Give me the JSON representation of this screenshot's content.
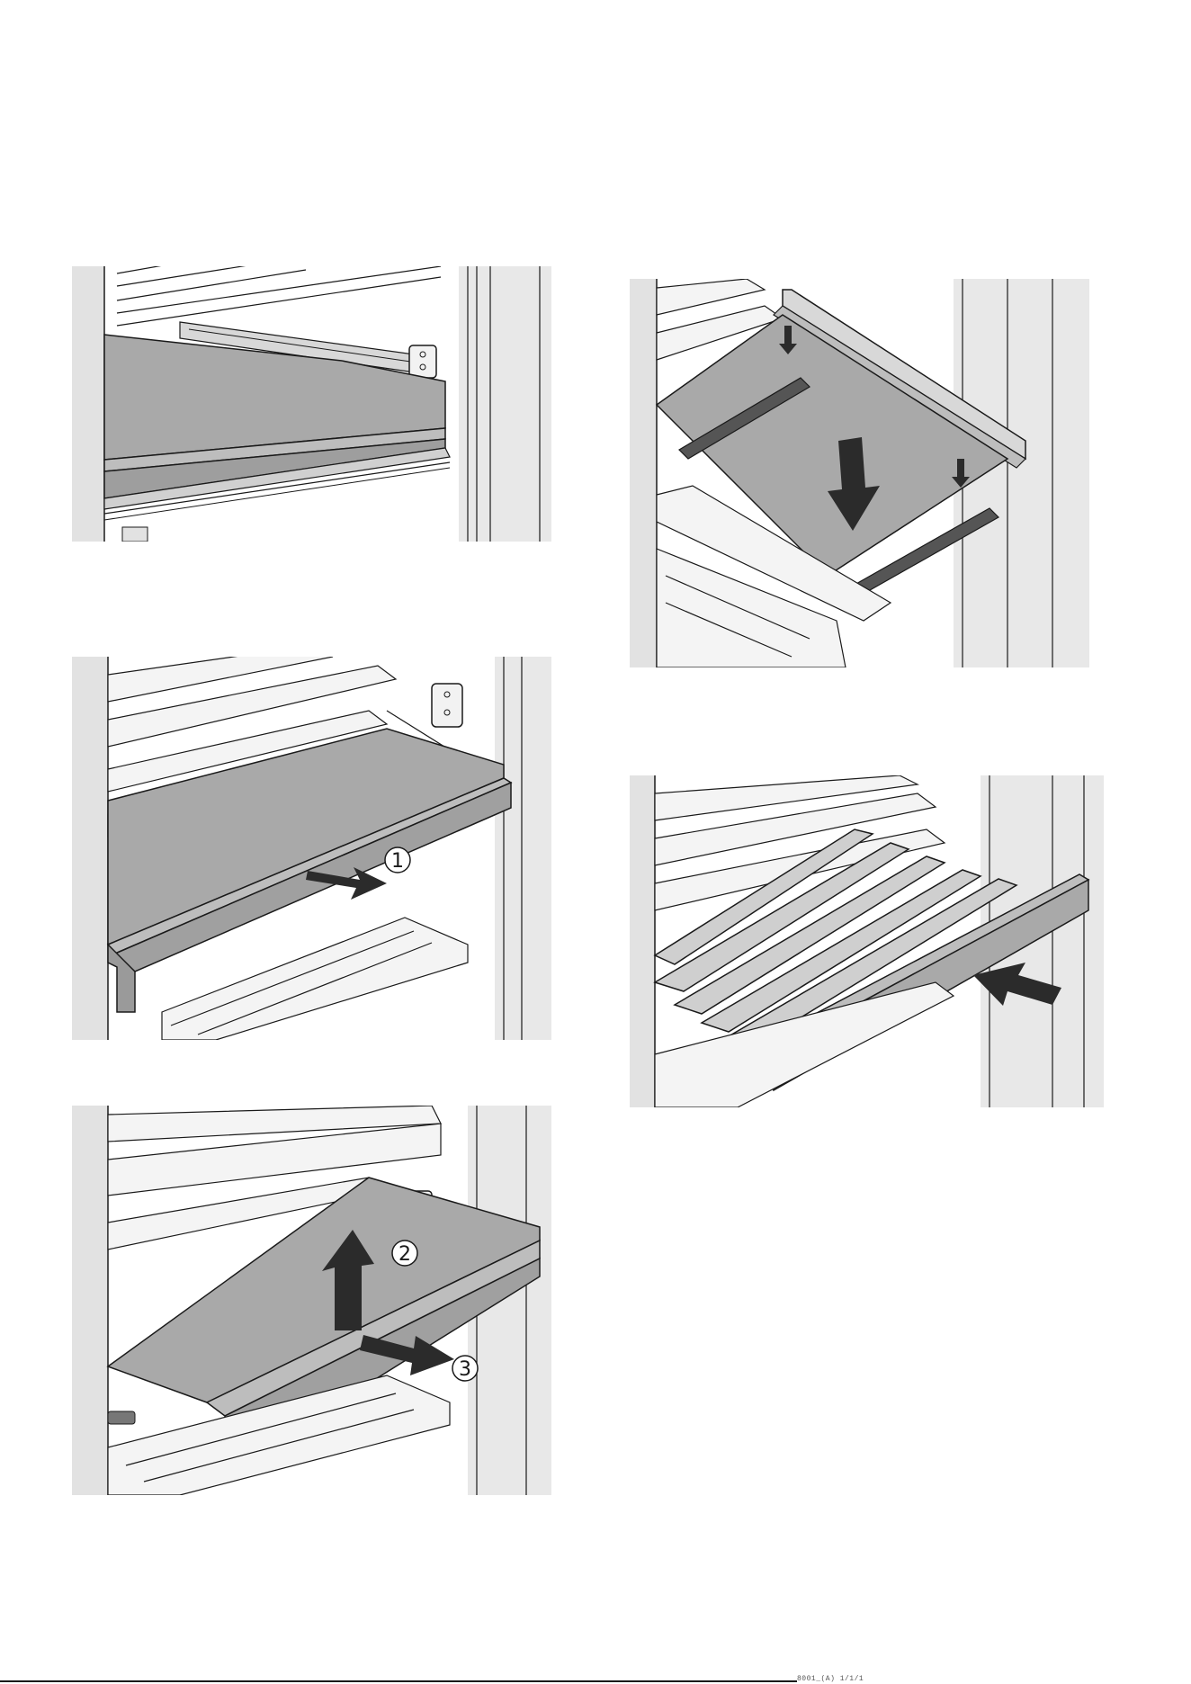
{
  "figures": [
    {
      "id": "shelf-installed"
    },
    {
      "id": "pull-out-front-trim",
      "steps": [
        {
          "label": "1"
        }
      ]
    },
    {
      "id": "lift-and-remove-plate",
      "steps": [
        {
          "label": "2"
        },
        {
          "label": "3"
        }
      ]
    },
    {
      "id": "insert-plate-onto-rails"
    },
    {
      "id": "slide-wine-shelf-in"
    }
  ],
  "footer": {
    "code": "8001_(A) 1/1/1"
  },
  "colors": {
    "plate": "#a9a9a9",
    "rail": "#555555",
    "line": "#1a1a1a",
    "wall": "#e2e2e2"
  }
}
